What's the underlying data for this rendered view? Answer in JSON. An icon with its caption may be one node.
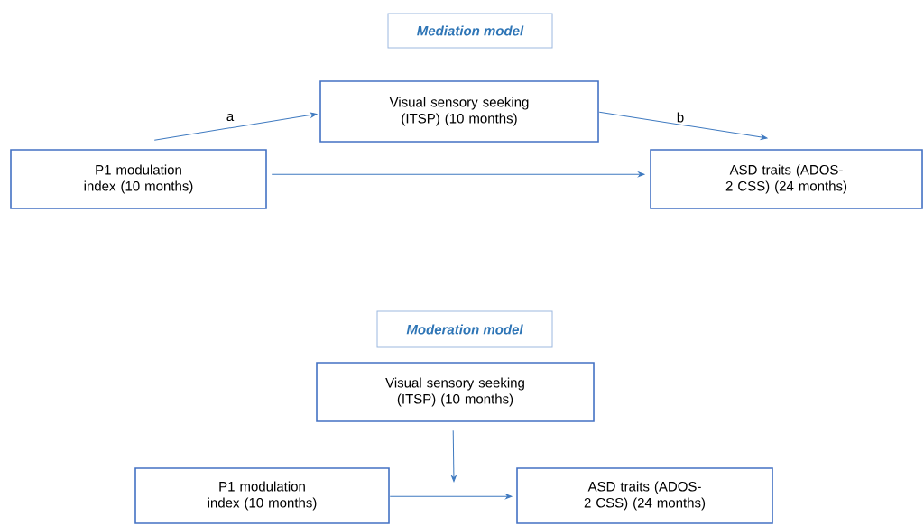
{
  "diagram": {
    "nodes": [
      {
        "text": [
          "Mediation model"
        ]
      },
      {
        "text": [
          "Visual sensory seeking (ITSP) (10 months)"
        ]
      },
      {
        "text": [
          "P1 modulation index (10 months)"
        ]
      },
      {
        "text": [
          "ASD traits (ADOS-2 CSS) (24 months)"
        ]
      },
      {
        "text": [
          "Moderation model"
        ]
      },
      {
        "text": [
          "Visual sensory seeking (ITSP) (10 months)"
        ]
      },
      {
        "text": [
          "P1 modulation index (10 months)"
        ]
      },
      {
        "text": [
          "ASD traits (ADOS-2 CSS) (24 months)"
        ]
      }
    ],
    "edges": [
      {
        "from": 2,
        "to": 1,
        "arrow": "to",
        "label": "a"
      },
      {
        "from": 1,
        "to": 3,
        "arrow": "to",
        "label": "b"
      },
      {
        "from": 2,
        "to": 3,
        "arrow": "to"
      },
      {
        "from": 5,
        "to": null,
        "arrow": "to"
      },
      {
        "from": 6,
        "to": 7,
        "arrow": "to"
      }
    ]
  }
}
